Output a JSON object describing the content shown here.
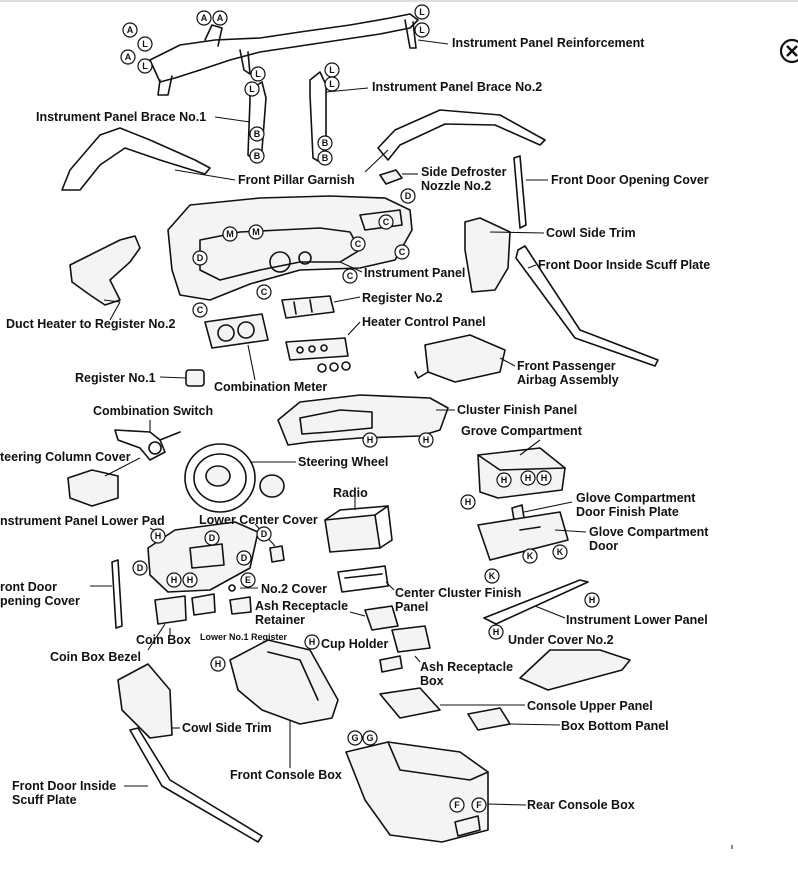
{
  "labels": {
    "instrument_panel_reinforcement": "Instrument Panel Reinforcement",
    "instrument_panel_brace_no2": "Instrument Panel Brace No.2",
    "instrument_panel_brace_no1": "Instrument Panel Brace No.1",
    "front_pillar_garnish": "Front Pillar Garnish",
    "side_defroster_nozzle_no2": "Side Defroster\nNozzle No.2",
    "front_door_opening_cover_top": "Front Door Opening Cover",
    "cowl_side_trim_top": "Cowl Side Trim",
    "front_door_inside_scuff_plate_top": "Front Door Inside Scuff Plate",
    "instrument_panel": "Instrument Panel",
    "register_no2": "Register No.2",
    "duct_heater_to_register_no2": "Duct Heater to Register No.2",
    "heater_control_panel": "Heater Control Panel",
    "front_passenger_airbag_assembly": "Front Passenger\nAirbag Assembly",
    "register_no1": "Register No.1",
    "combination_meter": "Combination Meter",
    "cluster_finish_panel": "Cluster Finish Panel",
    "combination_switch": "Combination Switch",
    "grove_compartment": "Grove Compartment",
    "steering_column_cover": "teering Column Cover",
    "steering_wheel": "Steering Wheel",
    "radio": "Radio",
    "glove_compartment_door_finish_plate": "Glove Compartment\nDoor Finish Plate",
    "instrument_panel_lower_pad": "nstrument Panel Lower Pad",
    "lower_center_cover": "Lower Center Cover",
    "glove_compartment_door": "Glove Compartment\nDoor",
    "front_door_opening_cover_left": "ront Door\npening Cover",
    "no2_cover": "No.2 Cover",
    "center_cluster_finish_panel": "Center Cluster Finish\nPanel",
    "ash_receptacle_retainer": "Ash Receptacle\nRetainer",
    "instrument_lower_panel": "Instrument Lower Panel",
    "coin_box": "Coin Box",
    "lower_no1_register": "Lower No.1 Register",
    "cup_holder": "Cup Holder",
    "under_cover_no2": "Under Cover No.2",
    "coin_box_bezel": "Coin Box Bezel",
    "ash_receptacle_box": "Ash Receptacle\nBox",
    "console_upper_panel": "Console Upper Panel",
    "box_bottom_panel": "Box Bottom Panel",
    "cowl_side_trim_bottom": "Cowl Side Trim",
    "front_console_box": "Front Console Box",
    "front_door_inside_scuff_plate_bottom": "Front Door Inside\nScuff Plate",
    "rear_console_box": "Rear Console Box"
  },
  "callout_letters": [
    "A",
    "B",
    "C",
    "D",
    "E",
    "F",
    "G",
    "H",
    "K",
    "L",
    "M"
  ],
  "close_icon": "close-circle-icon"
}
